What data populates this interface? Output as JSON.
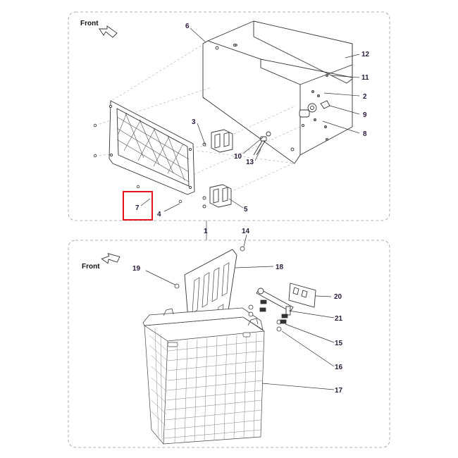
{
  "sections": [
    {
      "front_label": "Front",
      "assembly_number": "1"
    },
    {
      "front_label": "Front",
      "assembly_number": ""
    }
  ],
  "callouts": [
    "1",
    "2",
    "3",
    "4",
    "5",
    "6",
    "7",
    "8",
    "9",
    "10",
    "11",
    "12",
    "13",
    "14",
    "15",
    "16",
    "17",
    "18",
    "19",
    "20",
    "21"
  ],
  "highlight": {
    "label": "7",
    "color": "#e8141c"
  },
  "colors": {
    "frame": "#9a9a9a",
    "line": "#333333",
    "part": "#555555",
    "label": "#2a1a3a"
  }
}
